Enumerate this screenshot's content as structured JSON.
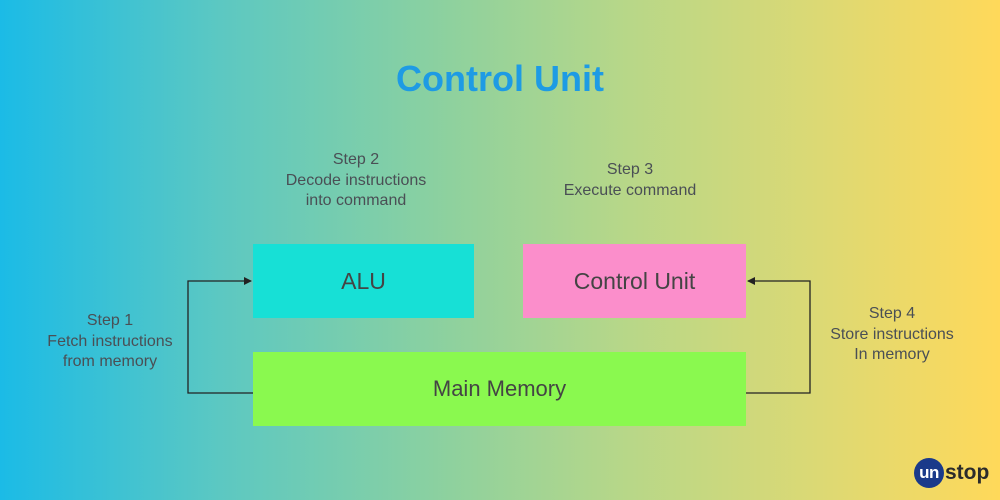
{
  "title": "Control Unit",
  "steps": {
    "step1": [
      "Step 1",
      "Fetch instructions",
      "from memory"
    ],
    "step2": [
      "Step 2",
      "Decode instructions",
      "into command"
    ],
    "step3": [
      "Step 3",
      "Execute command"
    ],
    "step4": [
      "Step 4",
      "Store instructions",
      "In memory"
    ]
  },
  "boxes": {
    "alu": "ALU",
    "control_unit": "Control Unit",
    "main_memory": "Main Memory"
  },
  "logo": {
    "prefix": "un",
    "suffix": "stop"
  },
  "colors": {
    "title": "#1e9be4",
    "alu": "#17e0d6",
    "control_unit": "#fb8ecb",
    "main_memory": "#8af94f"
  }
}
